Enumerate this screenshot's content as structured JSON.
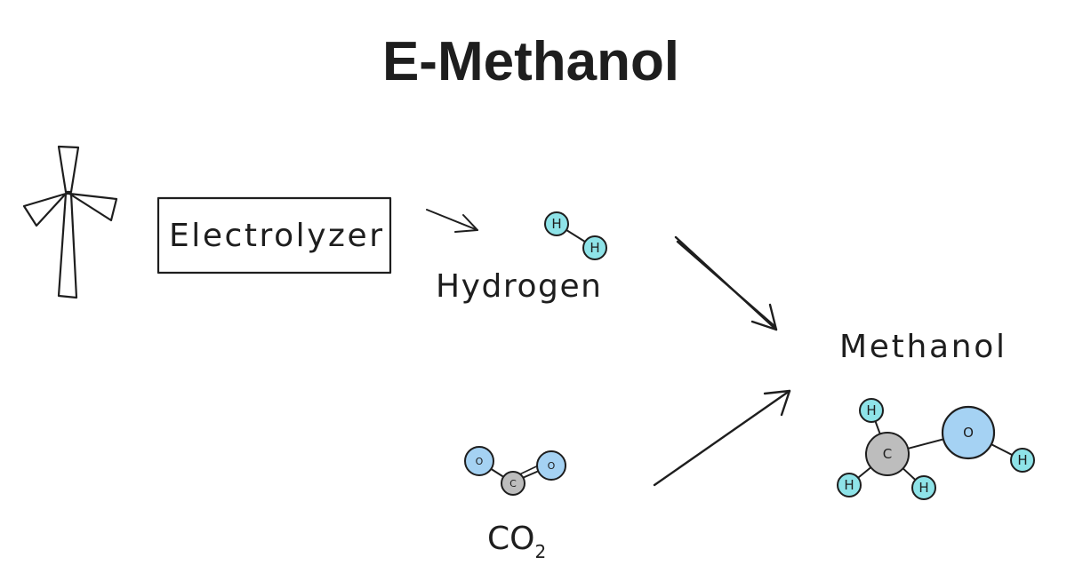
{
  "title": "E-Methanol",
  "electrolyzer": {
    "label": "Electrolyzer"
  },
  "hydrogen": {
    "label": "Hydrogen",
    "atoms": [
      "H",
      "H"
    ]
  },
  "co2": {
    "label": "CO",
    "subscript": "2",
    "atoms": [
      "O",
      "C",
      "O"
    ]
  },
  "methanol": {
    "label": "Methanol",
    "atoms": [
      "H",
      "C",
      "H",
      "H",
      "O",
      "H"
    ]
  },
  "colors": {
    "hydrogen_atom": "#8ee3e8",
    "oxygen_atom": "#a5d2f3",
    "carbon_atom": "#bdbdbd",
    "ink": "#1e1e1e"
  }
}
